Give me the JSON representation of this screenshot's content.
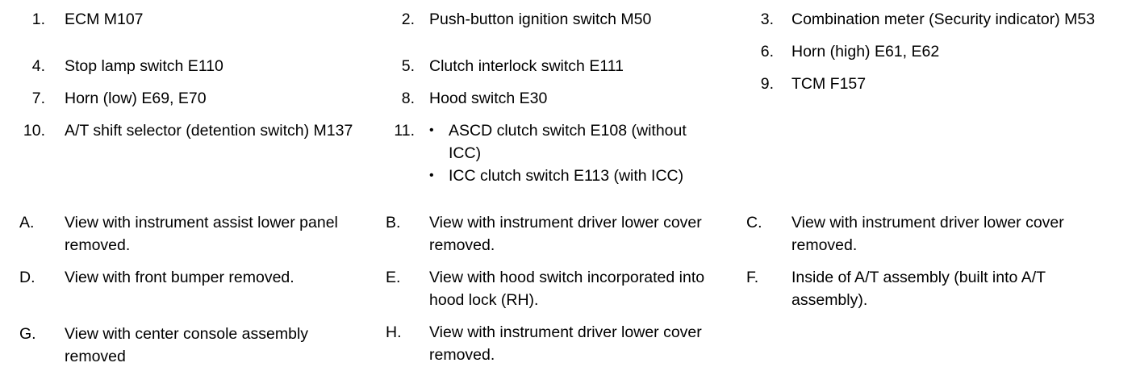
{
  "document": {
    "type": "wiring-diagram-legend",
    "background_color": "#ffffff",
    "text_color": "#000000"
  },
  "numbered_legend": {
    "columns": [
      {
        "entries": [
          {
            "marker": "1.",
            "text": "ECM M107"
          },
          {
            "marker": "4.",
            "text": "Stop lamp switch E110"
          },
          {
            "marker": "7.",
            "text": "Horn (low) E69, E70"
          },
          {
            "marker": "10.",
            "text": "A/T shift selector (detention switch) M137"
          }
        ]
      },
      {
        "entries": [
          {
            "marker": "2.",
            "text": "Push-button ignition switch M50"
          },
          {
            "marker": "5.",
            "text": "Clutch interlock switch E111"
          },
          {
            "marker": "8.",
            "text": "Hood switch E30"
          },
          {
            "marker": "11.",
            "text": "",
            "bullets": [
              "ASCD clutch switch E108 (without ICC)",
              "ICC clutch switch E113 (with ICC)"
            ]
          }
        ]
      },
      {
        "entries": [
          {
            "marker": "3.",
            "text": "Combination meter (Security indicator) M53"
          },
          {
            "marker": "6.",
            "text": "Horn (high) E61, E62"
          },
          {
            "marker": "9.",
            "text": "TCM F157"
          }
        ]
      }
    ]
  },
  "lettered_legend": {
    "columns": [
      {
        "entries": [
          {
            "marker": "A.",
            "text": "View with instrument assist lower panel removed."
          },
          {
            "marker": "D.",
            "text": "View with front bumper removed."
          },
          {
            "marker": "G.",
            "text": "View with center console assembly removed"
          }
        ]
      },
      {
        "entries": [
          {
            "marker": "B.",
            "text": "View with instrument driver lower cover removed."
          },
          {
            "marker": "E.",
            "text": "View with hood switch incorporated into hood lock (RH)."
          },
          {
            "marker": "H.",
            "text": "View with instrument driver lower cover removed."
          }
        ]
      },
      {
        "entries": [
          {
            "marker": "C.",
            "text": "View with instrument driver lower cover removed."
          },
          {
            "marker": "F.",
            "text": "Inside of A/T assembly (built into A/T assembly)."
          }
        ]
      }
    ]
  },
  "bullet_glyph": "•"
}
